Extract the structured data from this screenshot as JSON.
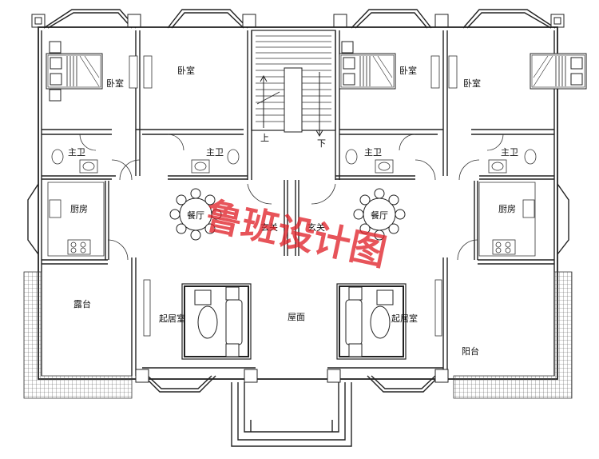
{
  "plan": {
    "rooms": {
      "bedroom_1": "卧室",
      "bedroom_2": "卧室",
      "bedroom_3": "卧室",
      "bedroom_4": "卧室",
      "bath_1": "主卫",
      "bath_2": "主卫",
      "bath_3": "主卫",
      "bath_4": "主卫",
      "kitchen_left": "厨房",
      "kitchen_right": "厨房",
      "dining_left": "餐厅",
      "dining_right": "餐厅",
      "foyer_left": "玄关",
      "foyer_right": "玄关",
      "living_left": "起居室",
      "living_right": "起居室",
      "terrace": "露台",
      "roof": "屋面",
      "balcony": "阳台"
    },
    "stairs": {
      "up": "上",
      "down": "下"
    },
    "watermark": "鲁班设计图"
  }
}
